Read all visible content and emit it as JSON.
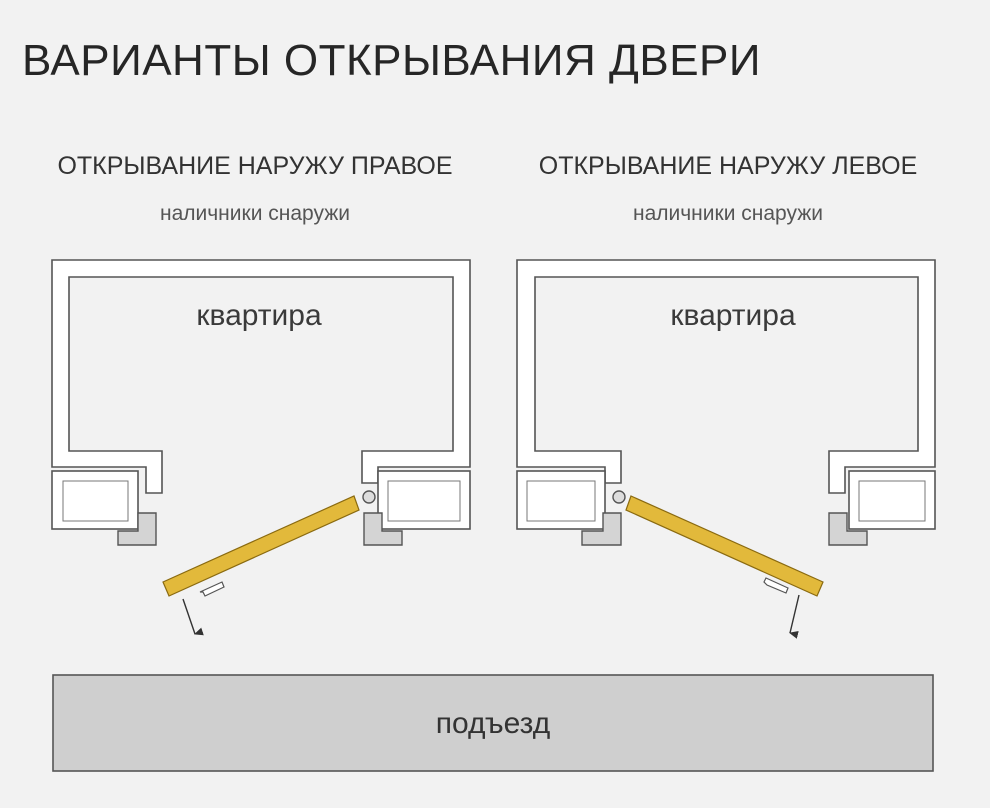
{
  "title": "ВАРИАНТЫ ОТКРЫВАНИЯ ДВЕРИ",
  "variants": [
    {
      "title": "ОТКРЫВАНИЕ НАРУЖУ ПРАВОЕ",
      "subtitle": "наличники снаружи",
      "room_label": "квартира"
    },
    {
      "title": "ОТКРЫВАНИЕ НАРУЖУ ЛЕВОЕ",
      "subtitle": "наличники снаружи",
      "room_label": "квартира"
    }
  ],
  "hallway_label": "подъезд",
  "colors": {
    "door": "#e2b93b",
    "door_stroke": "#8a6a10",
    "wall_stroke": "#555555",
    "wall_fill": "#ffffff",
    "trim_fill": "#d8d8d8",
    "hallway_fill": "#cfcfcf"
  }
}
